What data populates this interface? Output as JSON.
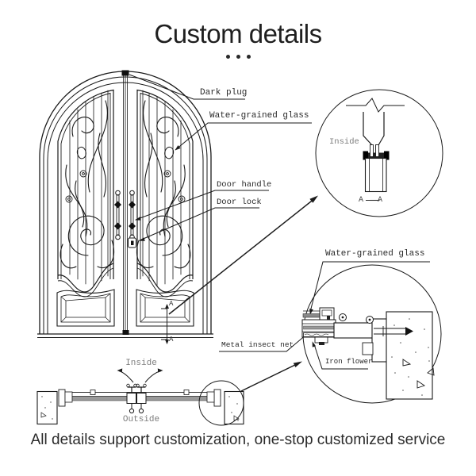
{
  "title": "Custom details",
  "door_elevation": {
    "labels": {
      "dark_plug": "Dark plug",
      "water_grained_glass": "Water-grained glass",
      "door_handle": "Door handle",
      "door_lock": "Door lock"
    },
    "section_marker": {
      "top": "A",
      "bottom": "A"
    }
  },
  "detail_section_aa": {
    "inside_label": "Inside",
    "section_ref": {
      "left": "A",
      "right": "A"
    }
  },
  "detail_frame_section": {
    "water_grained_glass": "Water-grained glass",
    "metal_insect_net": "Metal insect net",
    "iron_flower": "Iron flower"
  },
  "plan_view": {
    "inside_label": "Inside",
    "outside_label": "Outside"
  },
  "footer": "All details support customization, one-stop customized service",
  "colors": {
    "line": "#1a1a1a",
    "label_text": "#2a2a2a",
    "muted_text": "#7d7d7d",
    "gray_fill": "#9a9a9a",
    "background": "#ffffff"
  }
}
